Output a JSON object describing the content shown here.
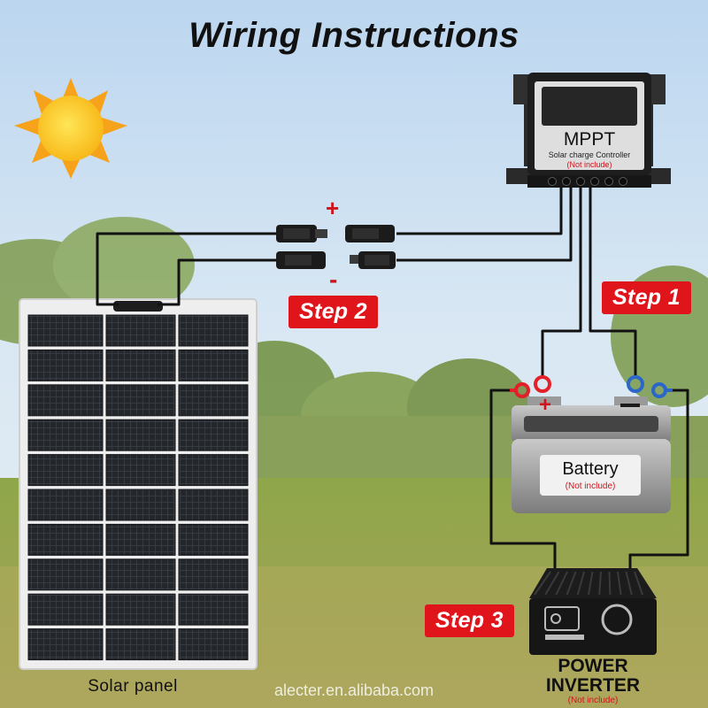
{
  "title": "Wiring Instructions",
  "steps": {
    "step1": "Step 1",
    "step2": "Step 2",
    "step3": "Step 3"
  },
  "controller": {
    "title": "MPPT",
    "subtitle": "Solar charge Controller",
    "note": "(Not include)"
  },
  "battery": {
    "label": "Battery",
    "note": "(Not include)",
    "plus_symbol": "+"
  },
  "connectors": {
    "plus": "+",
    "minus": "-"
  },
  "solar_panel": {
    "label": "Solar panel"
  },
  "inverter": {
    "line1": "POWER",
    "line2": "INVERTER",
    "note": "(Not include)"
  },
  "watermark": "alecter.en.alibaba.com",
  "colors": {
    "accent_red": "#e0141b",
    "wire": "#121212",
    "terminal_red": "#e3202a",
    "terminal_blue": "#2a67c9"
  }
}
